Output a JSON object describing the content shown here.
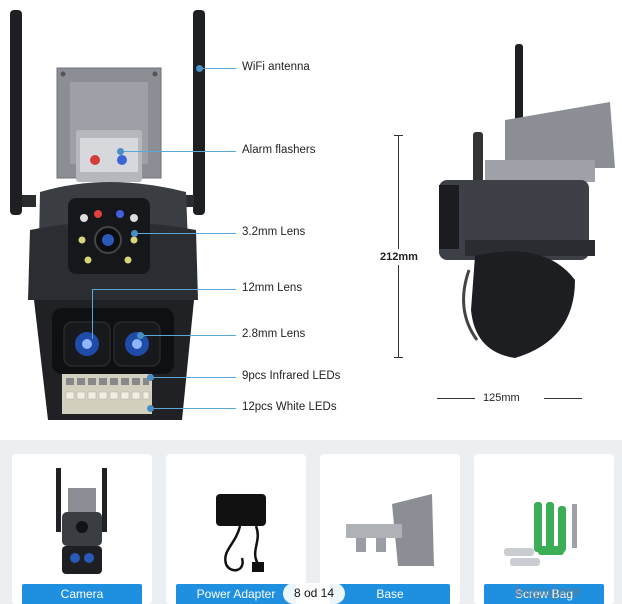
{
  "callouts": [
    {
      "label": "WiFi antenna"
    },
    {
      "label": "Alarm flashers"
    },
    {
      "label": "3.2mm Lens"
    },
    {
      "label": "12mm Lens"
    },
    {
      "label": "2.8mm Lens"
    },
    {
      "label": "9pcs Infrared LEDs"
    },
    {
      "label": "12pcs White LEDs"
    }
  ],
  "dimensions": {
    "height": "212mm",
    "width": "125mm"
  },
  "accessories": [
    {
      "label": "Camera"
    },
    {
      "label": "Power Adapter"
    },
    {
      "label": "Base"
    },
    {
      "label": "Screw Bag"
    }
  ],
  "gallery": {
    "counter": "8 od 14"
  },
  "watermark": "kupujem",
  "colors": {
    "label_bar": "#1f8fe0",
    "callout": "#5aa7d8",
    "accessory_bg": "#eceff2"
  }
}
